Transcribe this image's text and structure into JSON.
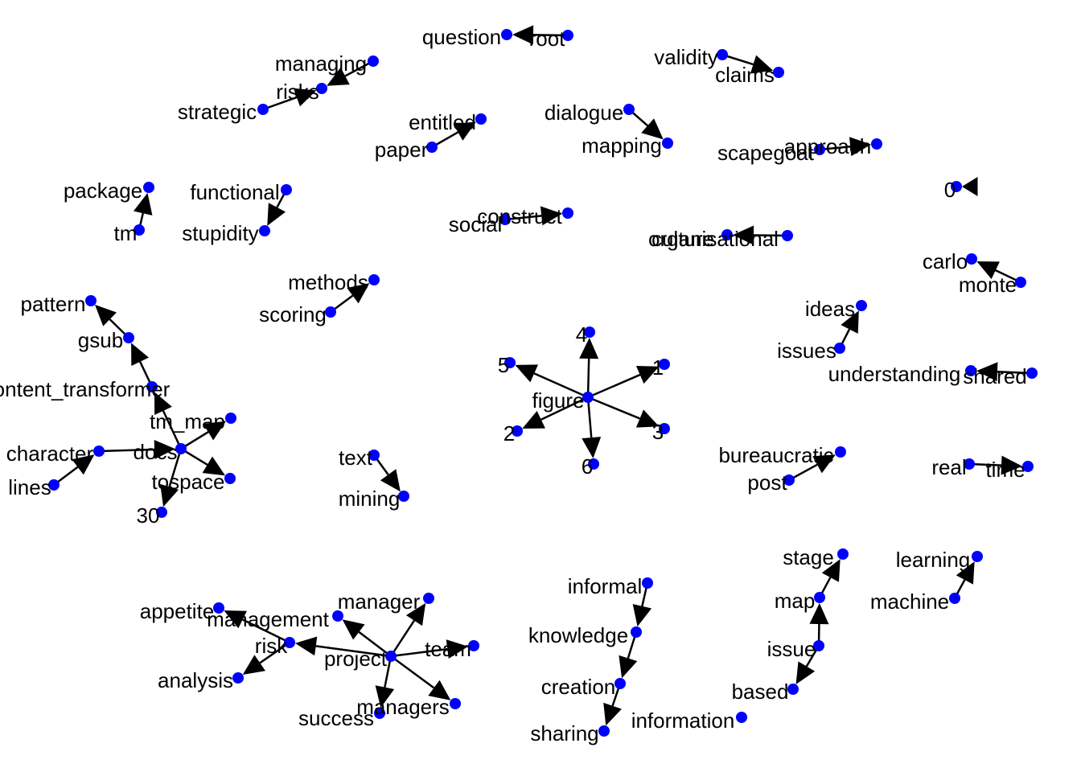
{
  "colors": {
    "node": "#0000ff",
    "edge": "#000000",
    "label": "#000000",
    "background": "#ffffff"
  },
  "nodes": [
    {
      "id": "question",
      "label": "question"
    },
    {
      "id": "root",
      "label": "root"
    },
    {
      "id": "managing",
      "label": "managing"
    },
    {
      "id": "risks",
      "label": "risks"
    },
    {
      "id": "strategic",
      "label": "strategic"
    },
    {
      "id": "validity",
      "label": "validity"
    },
    {
      "id": "claims",
      "label": "claims"
    },
    {
      "id": "entitled",
      "label": "entitled"
    },
    {
      "id": "paper",
      "label": "paper"
    },
    {
      "id": "dialogue",
      "label": "dialogue"
    },
    {
      "id": "mapping",
      "label": "mapping"
    },
    {
      "id": "scapegoat",
      "label": "scapegoat"
    },
    {
      "id": "approach",
      "label": "approach"
    },
    {
      "id": "package",
      "label": "package"
    },
    {
      "id": "tm",
      "label": "tm"
    },
    {
      "id": "functional",
      "label": "functional"
    },
    {
      "id": "stupidity",
      "label": "stupidity"
    },
    {
      "id": "construct",
      "label": "construct"
    },
    {
      "id": "social",
      "label": "social"
    },
    {
      "id": "culture",
      "label": "culture"
    },
    {
      "id": "organisational",
      "label": "organisational"
    },
    {
      "id": "zero",
      "label": "0"
    },
    {
      "id": "carlo",
      "label": "carlo"
    },
    {
      "id": "monte",
      "label": "monte"
    },
    {
      "id": "methods",
      "label": "methods"
    },
    {
      "id": "scoring",
      "label": "scoring"
    },
    {
      "id": "ideas",
      "label": "ideas"
    },
    {
      "id": "issues",
      "label": "issues"
    },
    {
      "id": "pattern",
      "label": "pattern"
    },
    {
      "id": "gsub",
      "label": "gsub"
    },
    {
      "id": "content_transformer",
      "label": "content_transformer"
    },
    {
      "id": "tm_map",
      "label": "tm_map"
    },
    {
      "id": "docs",
      "label": "docs"
    },
    {
      "id": "tospace",
      "label": "tospace"
    },
    {
      "id": "character",
      "label": "character"
    },
    {
      "id": "lines",
      "label": "lines"
    },
    {
      "id": "n30",
      "label": "30"
    },
    {
      "id": "figure",
      "label": "figure"
    },
    {
      "id": "n4",
      "label": "4"
    },
    {
      "id": "n5",
      "label": "5"
    },
    {
      "id": "n1",
      "label": "1"
    },
    {
      "id": "n2",
      "label": "2"
    },
    {
      "id": "n3",
      "label": "3"
    },
    {
      "id": "n6",
      "label": "6"
    },
    {
      "id": "understanding",
      "label": "understanding"
    },
    {
      "id": "shared",
      "label": "shared"
    },
    {
      "id": "text",
      "label": "text"
    },
    {
      "id": "mining",
      "label": "mining"
    },
    {
      "id": "bureaucratic",
      "label": "bureaucratic"
    },
    {
      "id": "post",
      "label": "post"
    },
    {
      "id": "real",
      "label": "real"
    },
    {
      "id": "time",
      "label": "time"
    },
    {
      "id": "stage",
      "label": "stage"
    },
    {
      "id": "map",
      "label": "map"
    },
    {
      "id": "issue",
      "label": "issue"
    },
    {
      "id": "based",
      "label": "based"
    },
    {
      "id": "information",
      "label": "information"
    },
    {
      "id": "learning",
      "label": "learning"
    },
    {
      "id": "machine",
      "label": "machine"
    },
    {
      "id": "informal",
      "label": "informal"
    },
    {
      "id": "knowledge",
      "label": "knowledge"
    },
    {
      "id": "creation",
      "label": "creation"
    },
    {
      "id": "sharing",
      "label": "sharing"
    },
    {
      "id": "appetite",
      "label": "appetite"
    },
    {
      "id": "management",
      "label": "management"
    },
    {
      "id": "risk",
      "label": "risk"
    },
    {
      "id": "analysis",
      "label": "analysis"
    },
    {
      "id": "manager",
      "label": "manager"
    },
    {
      "id": "project",
      "label": "project"
    },
    {
      "id": "team",
      "label": "team"
    },
    {
      "id": "managers",
      "label": "managers"
    },
    {
      "id": "success",
      "label": "success"
    }
  ],
  "edges": [
    {
      "from": "root",
      "to": "question"
    },
    {
      "from": "managing",
      "to": "risks"
    },
    {
      "from": "strategic",
      "to": "risks"
    },
    {
      "from": "validity",
      "to": "claims"
    },
    {
      "from": "paper",
      "to": "entitled"
    },
    {
      "from": "dialogue",
      "to": "mapping"
    },
    {
      "from": "scapegoat",
      "to": "approach"
    },
    {
      "from": "tm",
      "to": "package"
    },
    {
      "from": "functional",
      "to": "stupidity"
    },
    {
      "from": "social",
      "to": "construct"
    },
    {
      "from": "organisational",
      "to": "culture"
    },
    {
      "from": "zero",
      "to": "zero"
    },
    {
      "from": "monte",
      "to": "carlo"
    },
    {
      "from": "scoring",
      "to": "methods"
    },
    {
      "from": "issues",
      "to": "ideas"
    },
    {
      "from": "gsub",
      "to": "pattern"
    },
    {
      "from": "content_transformer",
      "to": "gsub"
    },
    {
      "from": "docs",
      "to": "content_transformer"
    },
    {
      "from": "docs",
      "to": "tm_map"
    },
    {
      "from": "docs",
      "to": "tospace"
    },
    {
      "from": "docs",
      "to": "n30"
    },
    {
      "from": "character",
      "to": "docs"
    },
    {
      "from": "lines",
      "to": "character"
    },
    {
      "from": "figure",
      "to": "n4"
    },
    {
      "from": "figure",
      "to": "n5"
    },
    {
      "from": "figure",
      "to": "n1"
    },
    {
      "from": "figure",
      "to": "n2"
    },
    {
      "from": "figure",
      "to": "n3"
    },
    {
      "from": "figure",
      "to": "n6"
    },
    {
      "from": "shared",
      "to": "understanding"
    },
    {
      "from": "text",
      "to": "mining"
    },
    {
      "from": "post",
      "to": "bureaucratic"
    },
    {
      "from": "real",
      "to": "time"
    },
    {
      "from": "map",
      "to": "stage"
    },
    {
      "from": "issue",
      "to": "map"
    },
    {
      "from": "issue",
      "to": "based"
    },
    {
      "from": "machine",
      "to": "learning"
    },
    {
      "from": "informal",
      "to": "knowledge"
    },
    {
      "from": "knowledge",
      "to": "creation"
    },
    {
      "from": "creation",
      "to": "sharing"
    },
    {
      "from": "risk",
      "to": "appetite"
    },
    {
      "from": "risk",
      "to": "analysis"
    },
    {
      "from": "project",
      "to": "management"
    },
    {
      "from": "project",
      "to": "risk"
    },
    {
      "from": "project",
      "to": "manager"
    },
    {
      "from": "project",
      "to": "team"
    },
    {
      "from": "project",
      "to": "managers"
    },
    {
      "from": "project",
      "to": "success"
    }
  ]
}
